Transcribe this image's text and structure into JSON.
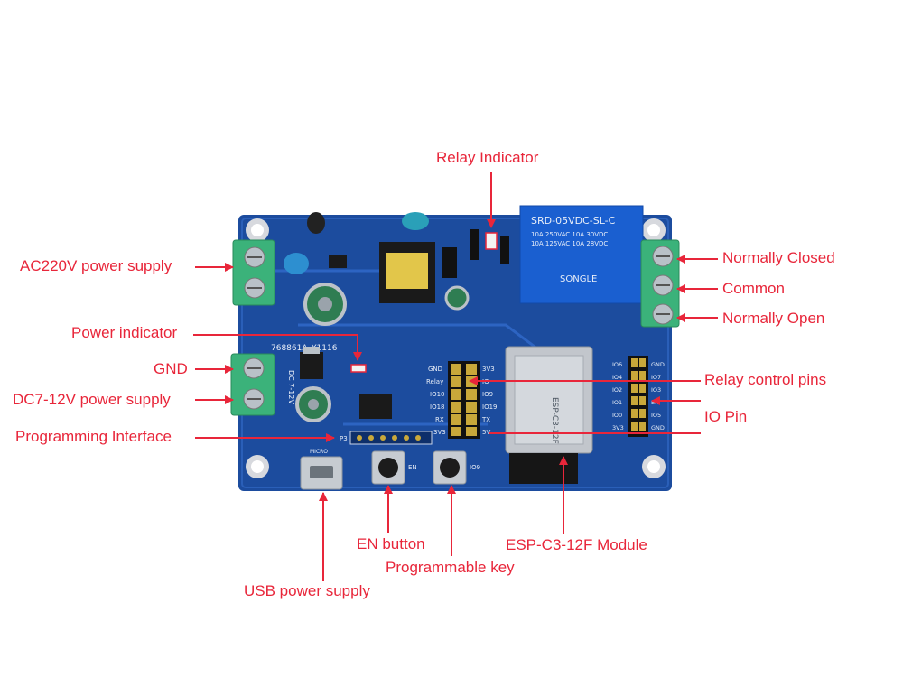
{
  "colors": {
    "pcb": "#1c4c9e",
    "annotation": "#e8263a",
    "terminal": "#3bb27a",
    "relay": "#1a5fd0"
  },
  "annotations": {
    "relay_indicator": "Relay Indicator",
    "ac220v": "AC220V power supply",
    "power_indicator": "Power indicator",
    "gnd": "GND",
    "dc_supply": "DC7-12V power supply",
    "programming_interface": "Programming Interface",
    "normally_closed": "Normally Closed",
    "common": "Common",
    "normally_open": "Normally Open",
    "relay_control_pins": "Relay control pins",
    "io_pin": "IO Pin",
    "en_button": "EN button",
    "programmable_key": "Programmable key",
    "esp_module": "ESP-C3-12F Module",
    "usb_supply": "USB power supply"
  },
  "board_silkscreen": {
    "board_id": "768861A_Y1116",
    "dc_label": "DC 7-12V",
    "relay_model": "SRD-05VDC-SL-C",
    "relay_rating_1": "10A 250VAC 10A 30VDC",
    "relay_rating_2": "10A 125VAC 10A 28VDC",
    "relay_brand": "SONGLE",
    "module_name": "ESP-C3-12F",
    "button_en": "EN",
    "button_io9": "IO9",
    "header_left": [
      "GND",
      "Relay",
      "IO10",
      "IO18",
      "RX",
      "3V3"
    ],
    "header_right": [
      "3V3",
      "IO",
      "IO9",
      "IO19",
      "TX",
      "5V"
    ],
    "io_header_left": [
      "IO6",
      "IO4",
      "IO2",
      "IO1",
      "IO0",
      "3V3"
    ],
    "io_header_right": [
      "GND",
      "IO7",
      "IO3",
      "EN",
      "IO5",
      "GND"
    ],
    "programming": "P3",
    "usb": "MICRO"
  }
}
